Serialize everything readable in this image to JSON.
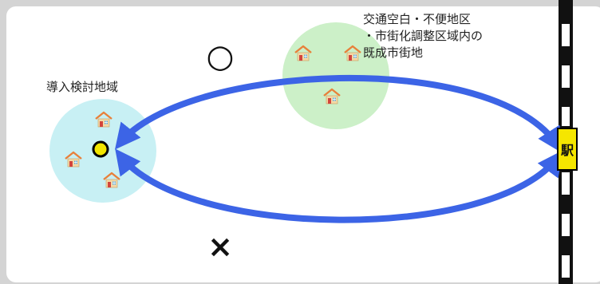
{
  "labels": {
    "intro_area": "導入検討地域",
    "existing_area_lines": [
      "交通空白・不便地区",
      "・市街化調整区域内の",
      "既成市街地"
    ],
    "station": "駅"
  },
  "marks": {
    "good_route": "○",
    "bad_route": "×"
  },
  "colors": {
    "background_outer": "#d4d4d4",
    "panel": "#ffffff",
    "intro_area_fill": "#c8f0f4",
    "existing_area_fill": "#ccf0c8",
    "route_arrow": "#3c64e6",
    "station_fill": "#f5e600",
    "current_point": "#f2e600",
    "railway_black": "#111111"
  },
  "icons": {
    "house": "house-icon",
    "railway": "railway-track-icon",
    "station": "station-marker-icon"
  }
}
